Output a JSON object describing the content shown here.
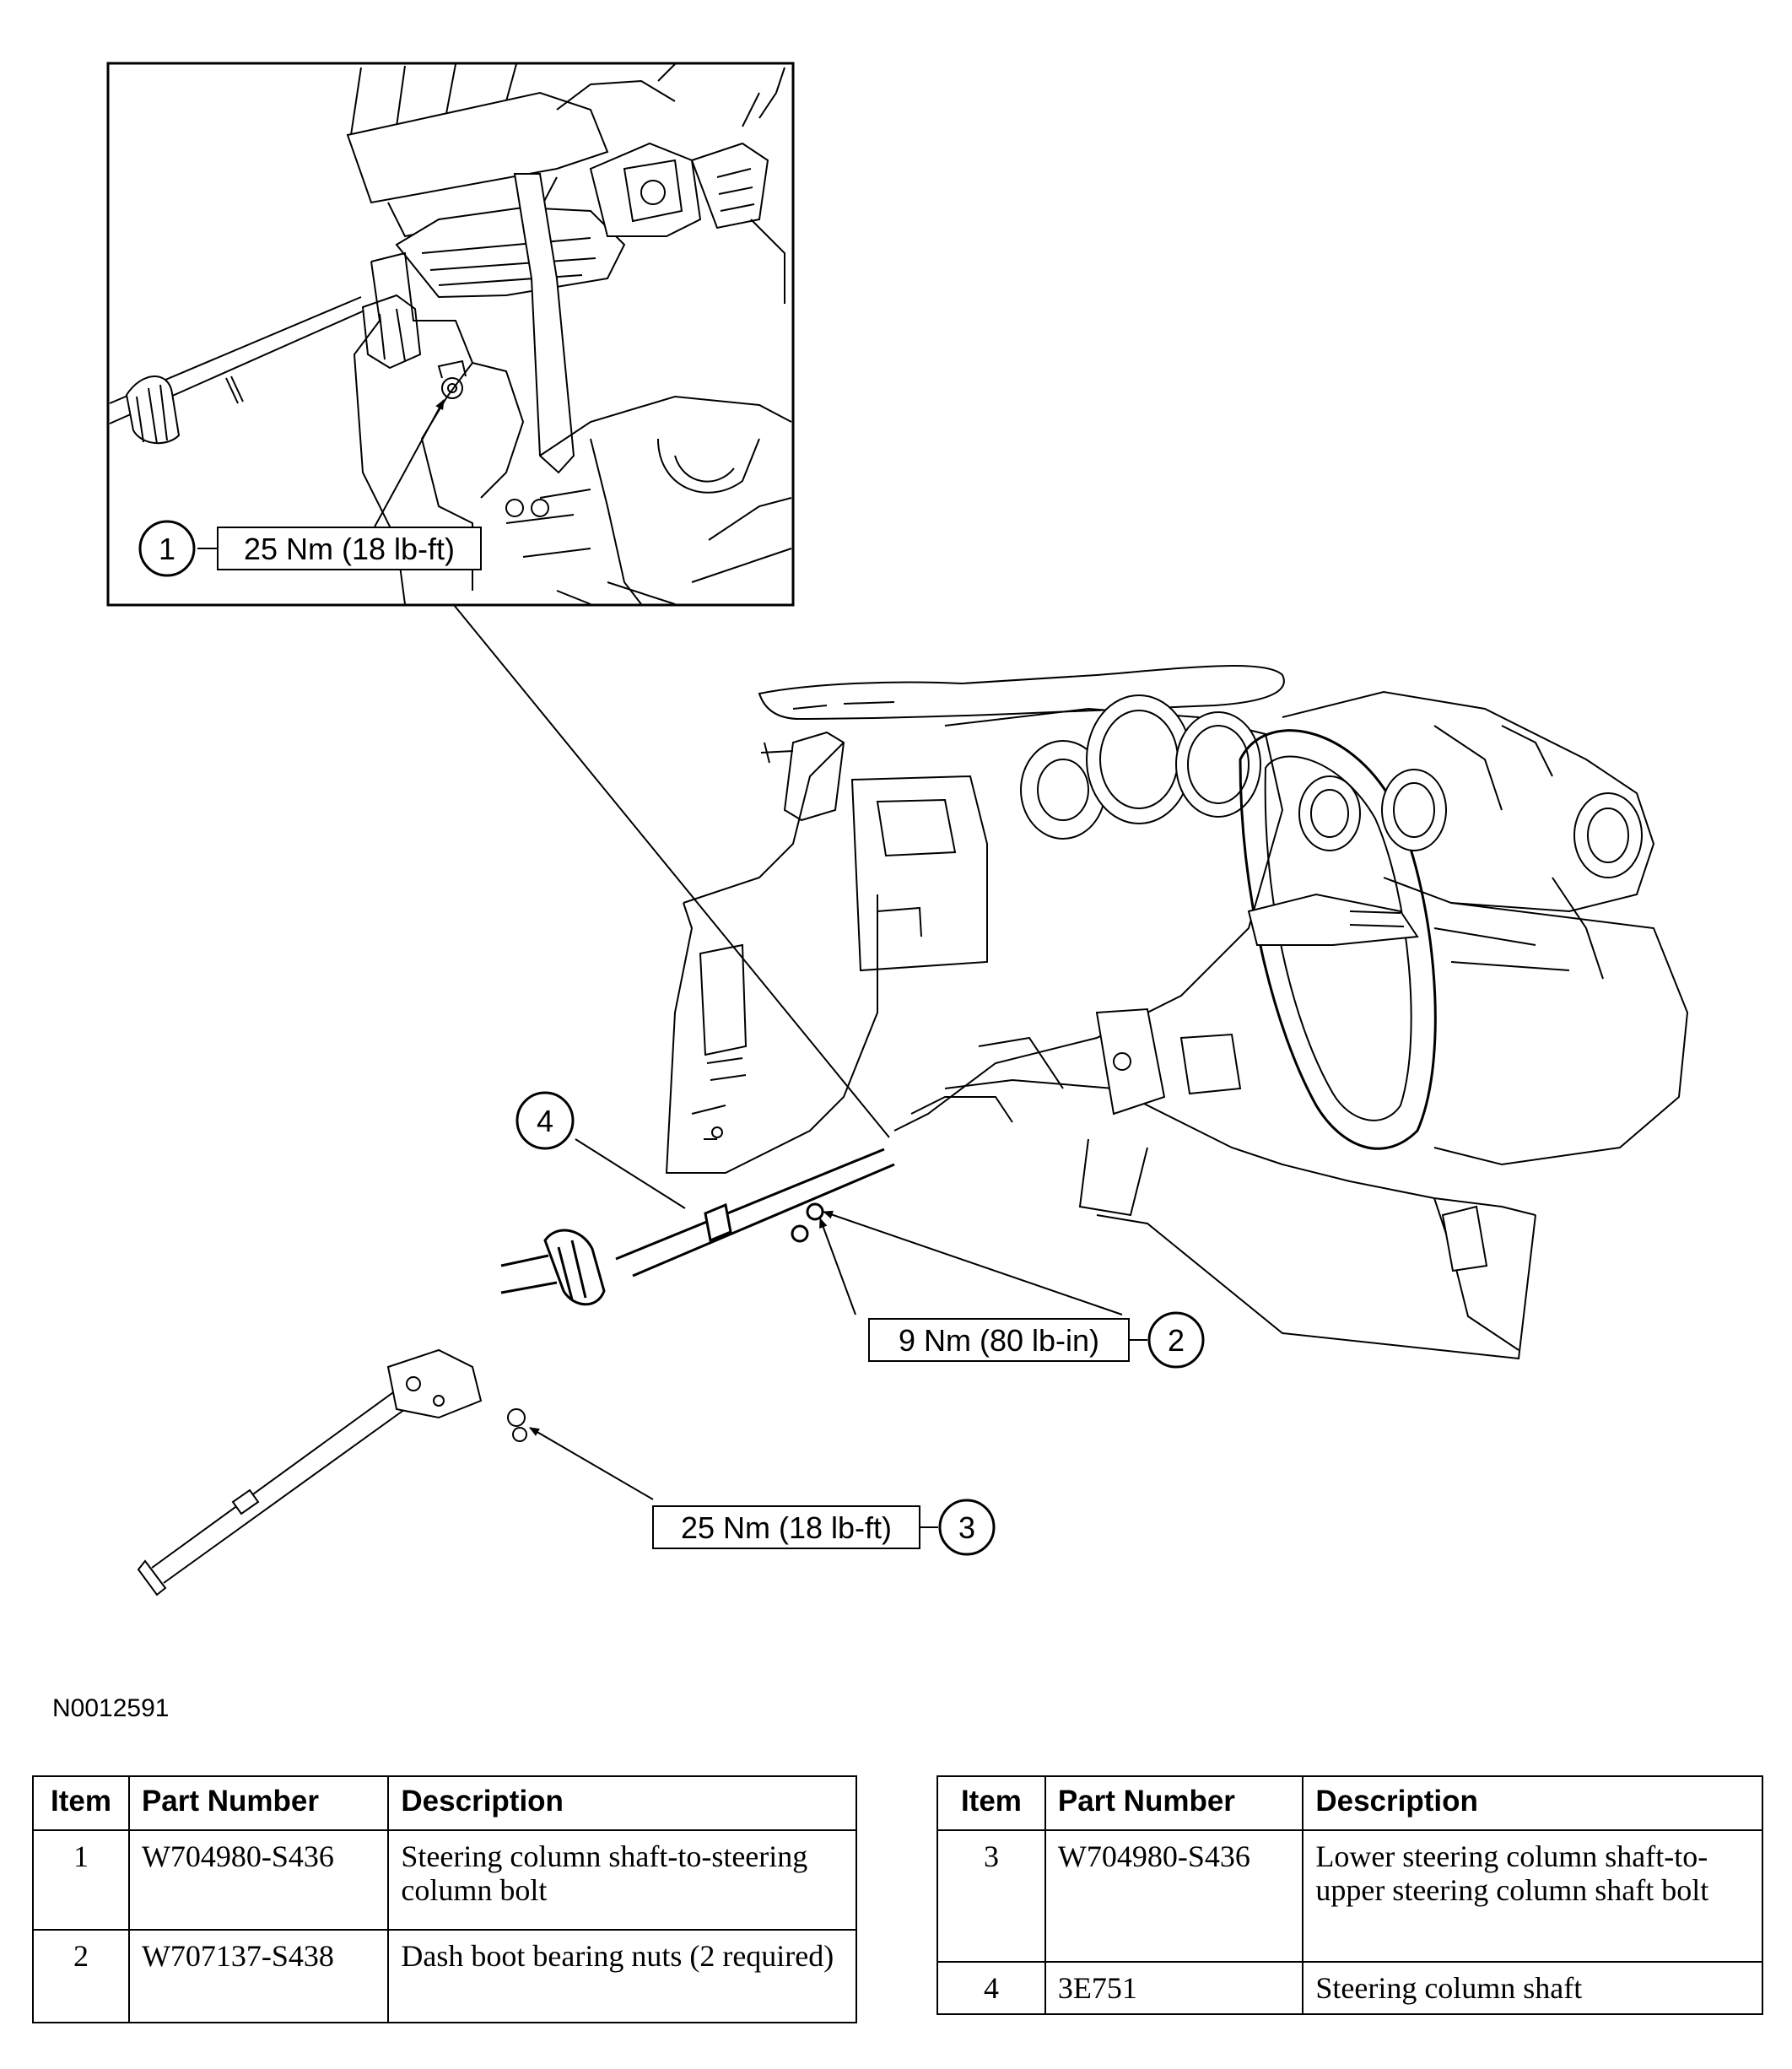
{
  "figure_id": "N0012591",
  "callouts": [
    {
      "number": "1",
      "torque": "25 Nm (18 lb-ft)"
    },
    {
      "number": "2",
      "torque": "9 Nm (80 lb-in)"
    },
    {
      "number": "3",
      "torque": "25 Nm (18 lb-ft)"
    },
    {
      "number": "4"
    }
  ],
  "tables": {
    "headers": {
      "item": "Item",
      "part_number": "Part Number",
      "description": "Description"
    },
    "left": [
      {
        "item": "1",
        "part_number": "W704980-S436",
        "description": "Steering column shaft-to-steering column bolt"
      },
      {
        "item": "2",
        "part_number": "W707137-S438",
        "description": "Dash boot bearing nuts (2 required)"
      }
    ],
    "right": [
      {
        "item": "3",
        "part_number": "W704980-S436",
        "description": "Lower steering column shaft-to-upper steering column shaft bolt"
      },
      {
        "item": "4",
        "part_number": "3E751",
        "description": "Steering column shaft"
      }
    ]
  }
}
